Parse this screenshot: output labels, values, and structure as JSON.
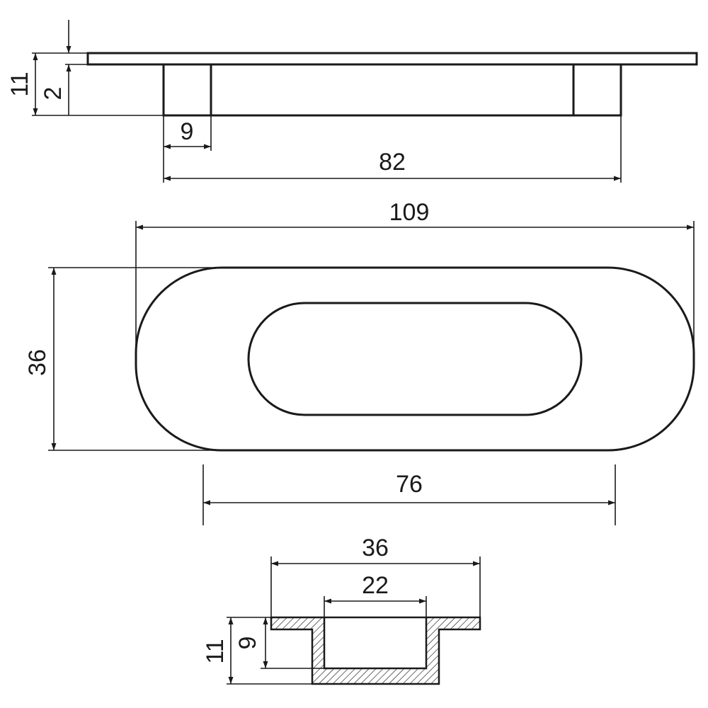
{
  "drawing": {
    "type": "technical-dimension-drawing",
    "views": {
      "side": {
        "dimensions": {
          "total_height": "11",
          "plate_thickness": "2",
          "wall_width": "9",
          "body_length": "82"
        }
      },
      "top": {
        "dimensions": {
          "overall_length": "109",
          "overall_width": "36",
          "inner_length": "76"
        }
      },
      "section": {
        "dimensions": {
          "outer_width": "36",
          "inner_width": "22",
          "total_height": "11",
          "cup_depth": "9"
        }
      }
    },
    "line_color": "#1a1a1a"
  }
}
